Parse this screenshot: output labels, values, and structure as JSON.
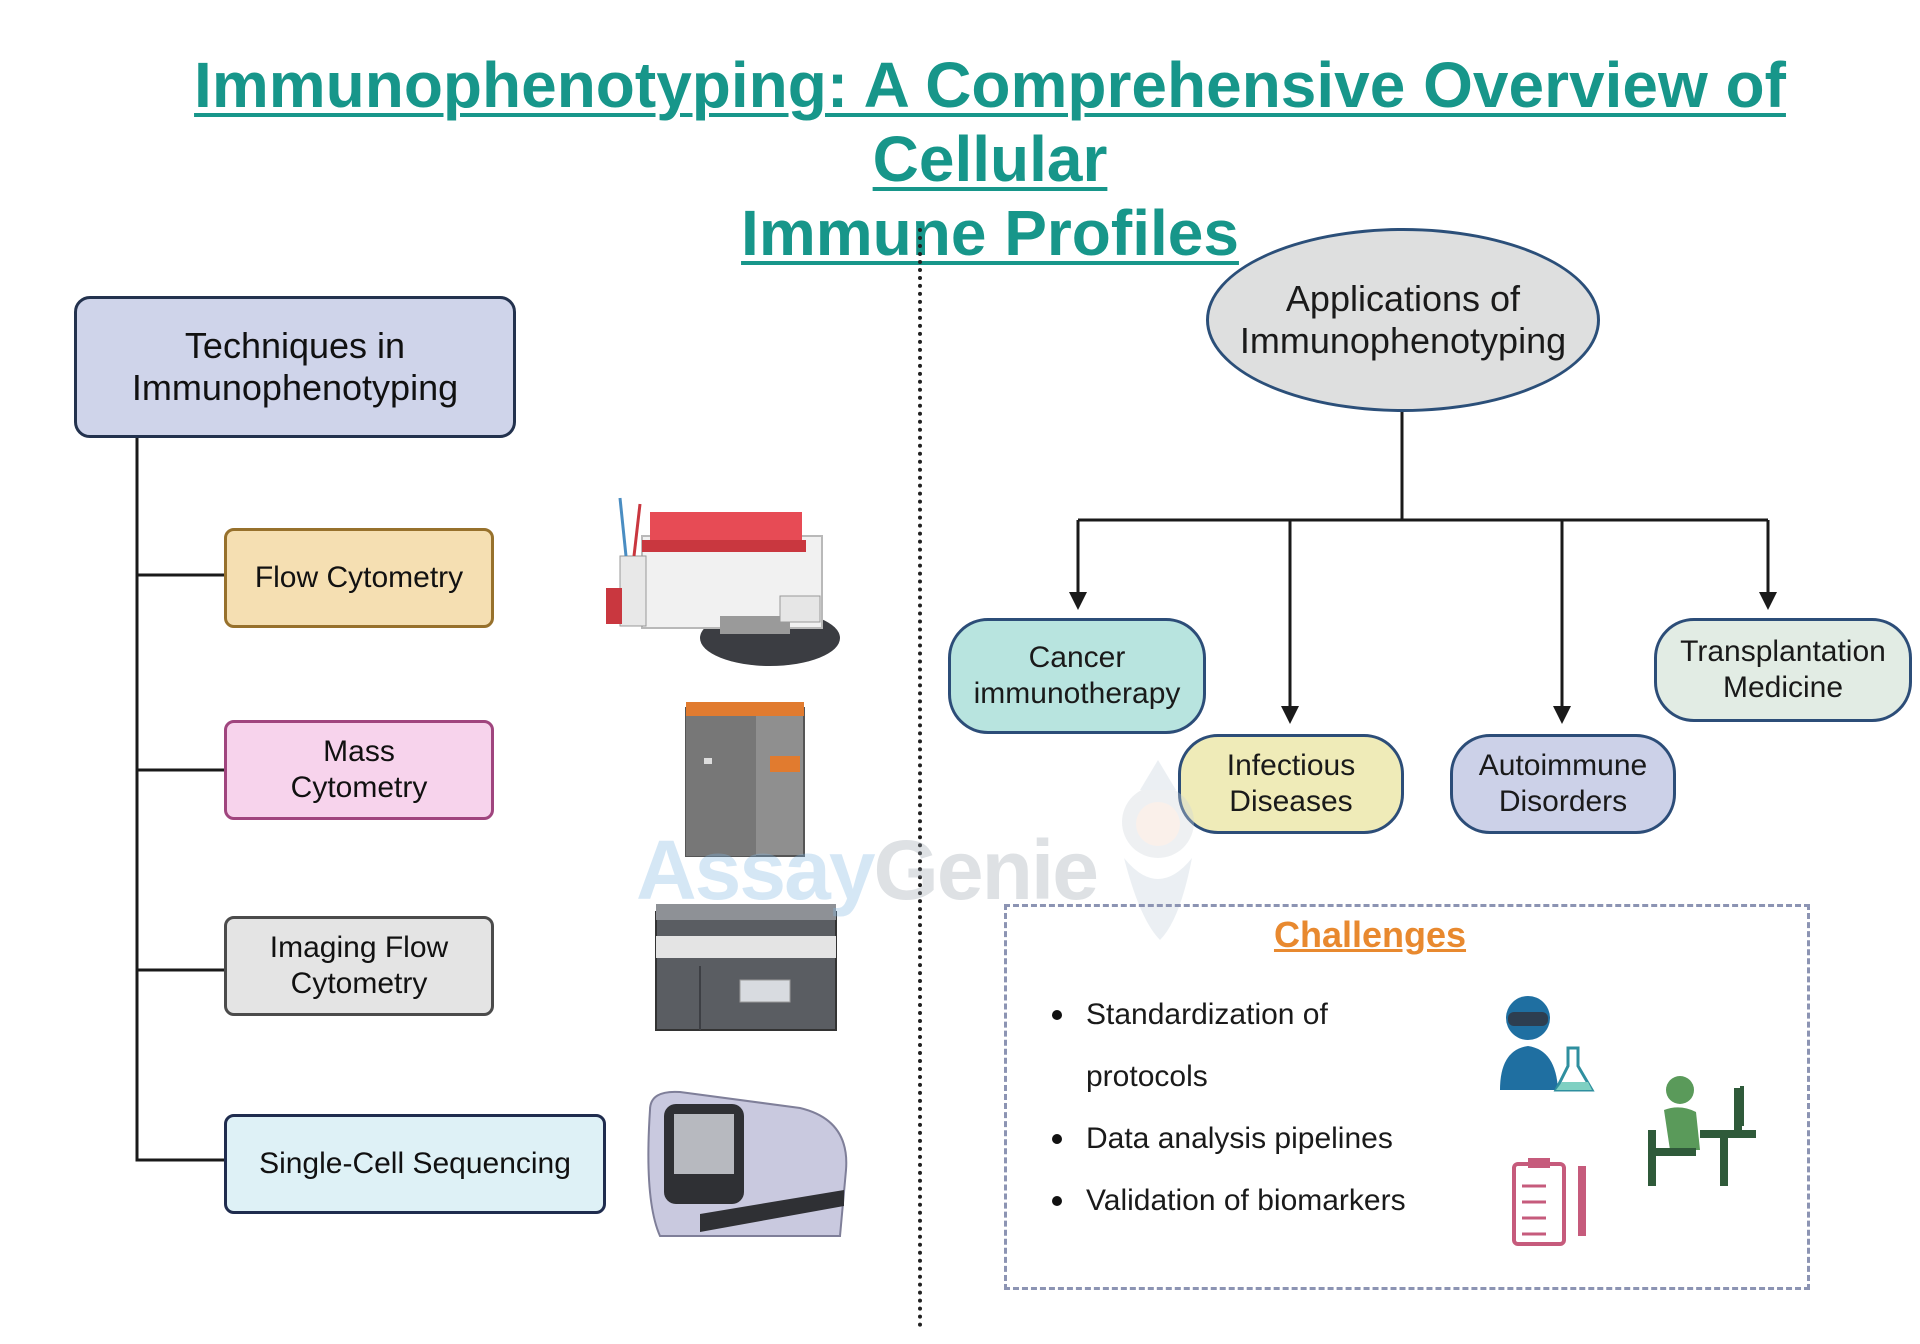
{
  "title": {
    "line1": "Immunophenotyping: A Comprehensive Overview of Cellular ",
    "line2": "Immune Profiles"
  },
  "techniques": {
    "header": "Techniques in Immunophenotyping",
    "items": [
      {
        "label": "Flow Cytometry",
        "icon": "flow-cytometer-icon"
      },
      {
        "label": "Mass Cytometry",
        "icon": "mass-cytometer-icon"
      },
      {
        "label": "Imaging Flow Cytometry",
        "icon": "imaging-flow-cytometer-icon"
      },
      {
        "label": "Single-Cell Sequencing",
        "icon": "sequencer-icon"
      }
    ]
  },
  "applications": {
    "header": "Applications of Immunophenotyping",
    "items": [
      {
        "label": "Cancer immunotherapy"
      },
      {
        "label": "Infectious Diseases"
      },
      {
        "label": "Autoimmune Disorders"
      },
      {
        "label": "Transplantation Medicine"
      }
    ]
  },
  "challenges": {
    "title": "Challenges",
    "items": [
      "Standardization of protocols",
      "Data analysis pipelines",
      "Validation of biomarkers"
    ],
    "icons": [
      "scientist-icon",
      "clipboard-icon",
      "computer-user-icon"
    ]
  },
  "watermark": {
    "part1": "Assay",
    "part2": "Genie"
  },
  "colors": {
    "title": "#17968a",
    "challenge_title": "#e8892f",
    "flow": "#f5dfb2",
    "mass": "#f7d3ec",
    "imaging": "#e4e4e4",
    "single_cell": "#def1f6",
    "cancer": "#b8e4df",
    "infectious": "#efebb8",
    "autoimmune": "#ccd1e8",
    "transplant": "#e2ece4"
  }
}
